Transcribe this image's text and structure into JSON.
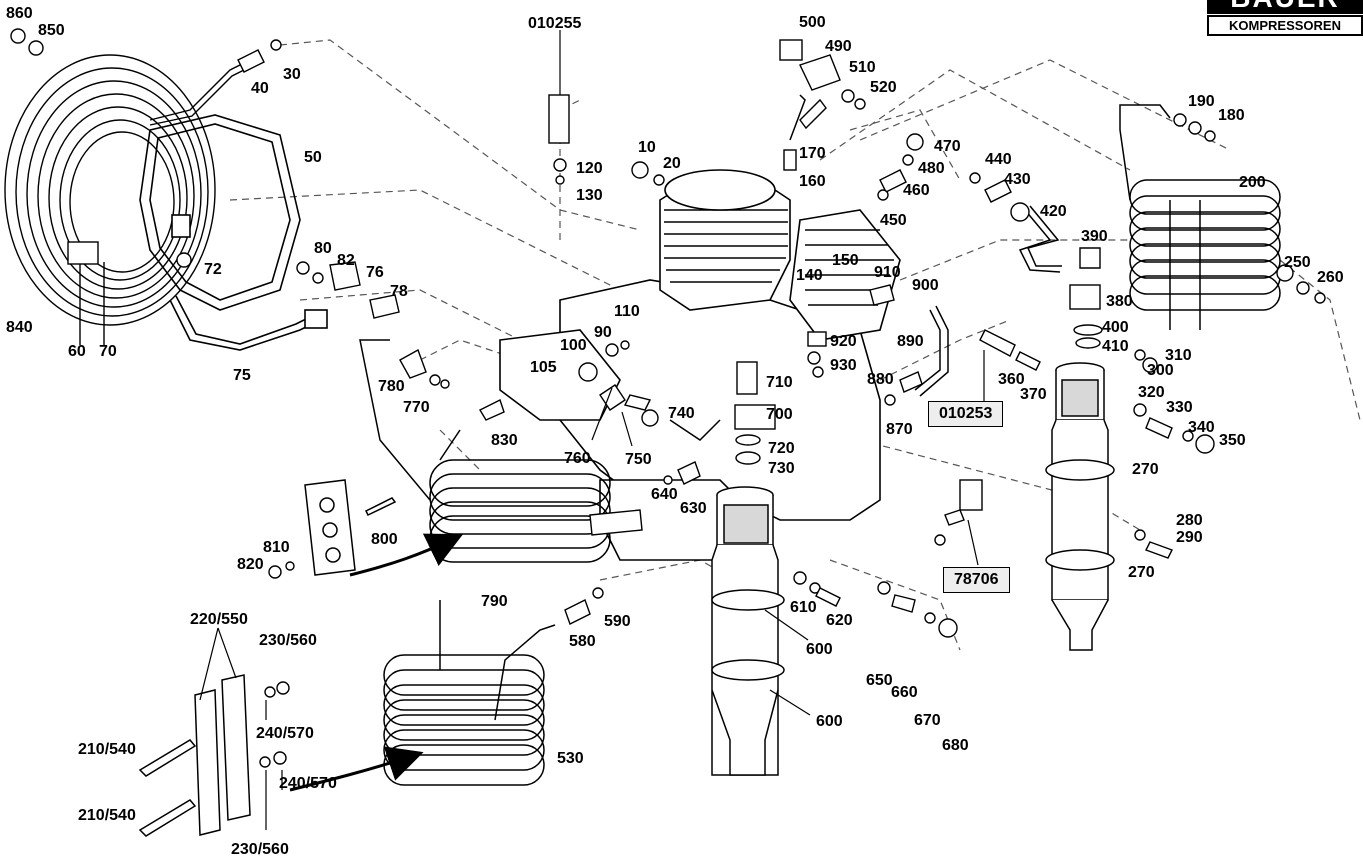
{
  "logo": {
    "brand": "BAUER",
    "subtitle": "KOMPRESSOREN"
  },
  "labels": {
    "p860": "860",
    "p850": "850",
    "p40": "40",
    "p30": "30",
    "p50": "50",
    "p840": "840",
    "p60": "60",
    "p70": "70",
    "p72": "72",
    "p75": "75",
    "p80": "80",
    "p82": "82",
    "p76": "76",
    "p78": "78",
    "p010255": "010255",
    "p120": "120",
    "p130": "130",
    "p10": "10",
    "p20": "20",
    "p500": "500",
    "p490": "490",
    "p510": "510",
    "p520": "520",
    "p170": "170",
    "p160": "160",
    "p470": "470",
    "p480": "480",
    "p460": "460",
    "p450": "450",
    "p440": "440",
    "p430": "430",
    "p420": "420",
    "p190": "190",
    "p180": "180",
    "p200": "200",
    "p390": "390",
    "p250": "250",
    "p260": "260",
    "p380": "380",
    "p140": "140",
    "p150": "150",
    "p910": "910",
    "p900": "900",
    "p890": "890",
    "p920": "920",
    "p930": "930",
    "p880": "880",
    "p870": "870",
    "p400": "400",
    "p410": "410",
    "p310": "310",
    "p300": "300",
    "p360": "360",
    "p370": "370",
    "p320": "320",
    "p330": "330",
    "p340": "340",
    "p350": "350",
    "p270a": "270",
    "p270b": "270",
    "p280": "280",
    "p290": "290",
    "p110": "110",
    "p90": "90",
    "p100": "100",
    "p105": "105",
    "p780": "780",
    "p770": "770",
    "p710": "710",
    "p700": "700",
    "p740": "740",
    "p720": "720",
    "p730": "730",
    "p760": "760",
    "p750": "750",
    "p830": "830",
    "p640": "640",
    "p630": "630",
    "p810": "810",
    "p800": "800",
    "p820": "820",
    "p790": "790",
    "p610": "610",
    "p620": "620",
    "p600a": "600",
    "p600b": "600",
    "p580": "580",
    "p590": "590",
    "p650": "650",
    "p660": "660",
    "p670": "670",
    "p680": "680",
    "p220_550": "220/550",
    "p230_560a": "230/560",
    "p240_570a": "240/570",
    "p240_570b": "240/570",
    "p230_560b": "230/560",
    "p210_540a": "210/540",
    "p210_540b": "210/540",
    "p530": "530"
  },
  "boxed_labels": {
    "b010253": "010253",
    "b78706": "78706"
  }
}
